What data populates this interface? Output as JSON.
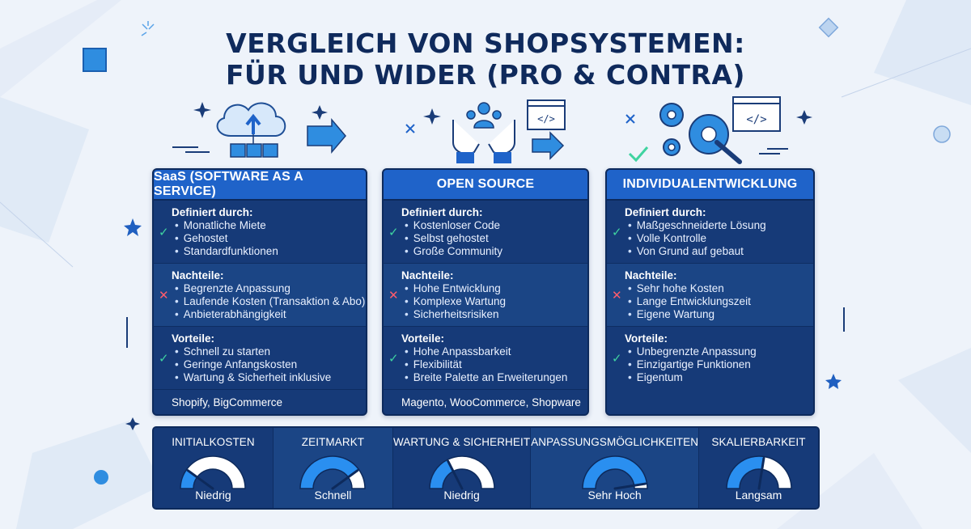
{
  "title": {
    "line1": "VERGLEICH VON SHOPSYSTEMEN:",
    "line2": "FÜR UND WIDER (PRO & CONTRA)"
  },
  "colors": {
    "background": "#eef3fa",
    "card": "#163a78",
    "card_header": "#1f63c9",
    "title": "#0f2a5c",
    "check": "#3fd3a0",
    "cross": "#ff5c6c",
    "gauge_fill": "#2a8ff0"
  },
  "columns": [
    {
      "header": "SaaS (SOFTWARE AS A SERVICE)",
      "defined_title": "Definiert durch:",
      "defined": [
        "Monatliche Miete",
        "Gehostet",
        "Standardfunktionen"
      ],
      "cons_title": "Nachteile:",
      "cons": [
        "Begrenzte Anpassung",
        "Laufende Kosten (Transaktion & Abo)",
        "Anbieterabhängigkeit"
      ],
      "pros_title": "Vorteile:",
      "pros": [
        "Schnell zu starten",
        "Geringe Anfangskosten",
        "Wartung & Sicherheit inklusive"
      ],
      "examples": "Shopify, BigCommerce",
      "icon": "cloud-upload-icon"
    },
    {
      "header": "OPEN SOURCE",
      "defined_title": "Definiert durch:",
      "defined": [
        "Kostenloser Code",
        "Selbst gehostet",
        "Große Community"
      ],
      "cons_title": "Nachteile:",
      "cons": [
        "Hohe Entwicklung",
        "Komplexe Wartung",
        "Sicherheitsrisiken"
      ],
      "pros_title": "Vorteile:",
      "pros": [
        "Hohe Anpassbarkeit",
        "Flexibilität",
        "Breite Palette an Erweiterungen"
      ],
      "examples": "Magento, WooCommerce, Shopware",
      "icon": "community-hands-icon"
    },
    {
      "header": "INDIVIDUALENTWICKLUNG",
      "defined_title": "Definiert durch:",
      "defined": [
        "Maßgeschneiderte Lösung",
        "Volle Kontrolle",
        "Von Grund auf gebaut"
      ],
      "cons_title": "Nachteile:",
      "cons": [
        "Sehr hohe Kosten",
        "Lange Entwicklungszeit",
        "Eigene Wartung"
      ],
      "pros_title": "Vorteile:",
      "pros": [
        "Unbegrenzte Anpassung",
        "Einzigartige Funktionen",
        "Eigentum"
      ],
      "examples": "",
      "icon": "gears-code-icon"
    }
  ],
  "metrics": [
    {
      "label": "Initialkosten",
      "value": "Niedrig",
      "level": 0.2
    },
    {
      "label": "Zeitmarkt",
      "value": "Schnell",
      "level": 0.8
    },
    {
      "label": "Wartung & Sicherheit",
      "value": "Niedrig",
      "level": 0.35
    },
    {
      "label": "Anpassungsmöglichkeiten",
      "value": "Sehr Hoch",
      "level": 0.95
    },
    {
      "label": "Skalierbarkeit",
      "value": "Langsam",
      "level": 0.55
    }
  ]
}
